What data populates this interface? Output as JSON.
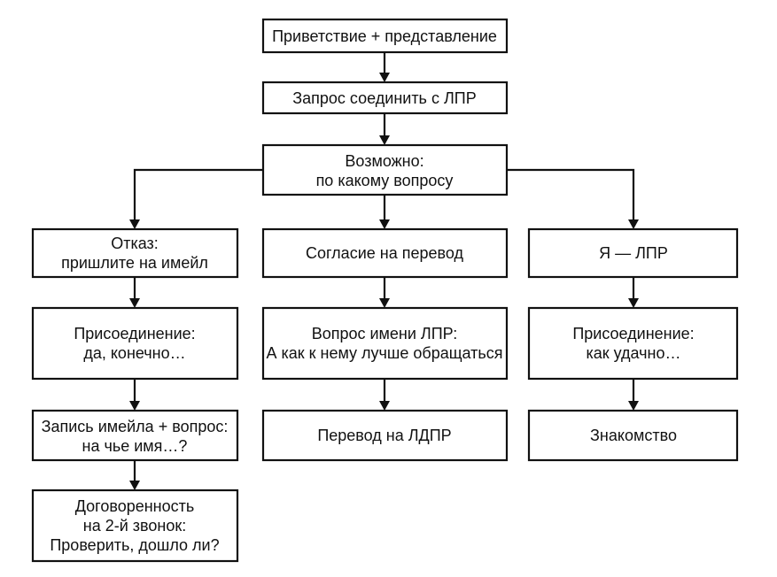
{
  "diagram": {
    "greeting": "Приветствие + представление",
    "request": "Запрос соединить с ЛПР",
    "maybe": {
      "line1": "Возможно:",
      "line2": "по какому вопросу"
    },
    "left": {
      "refusal": {
        "line1": "Отказ:",
        "line2": "пришлите на имейл"
      },
      "join": {
        "line1": "Присоединение:",
        "line2": "да, конечно…"
      },
      "record": {
        "line1": "Запись имейла + вопрос:",
        "line2": "на чье имя…?"
      },
      "agreement": {
        "line1": "Договоренность",
        "line2": "на 2-й звонок:",
        "line3": "Проверить, дошло ли?"
      }
    },
    "middle": {
      "consent": "Согласие на перевод",
      "name_q": {
        "line1": "Вопрос имени ЛПР:",
        "line2": "А как к нему лучше обращаться"
      },
      "transfer": "Перевод на ЛДПР"
    },
    "right": {
      "iam": "Я — ЛПР",
      "join": {
        "line1": "Присоединение:",
        "line2": "как удачно…"
      },
      "acquaint": "Знакомство"
    }
  }
}
